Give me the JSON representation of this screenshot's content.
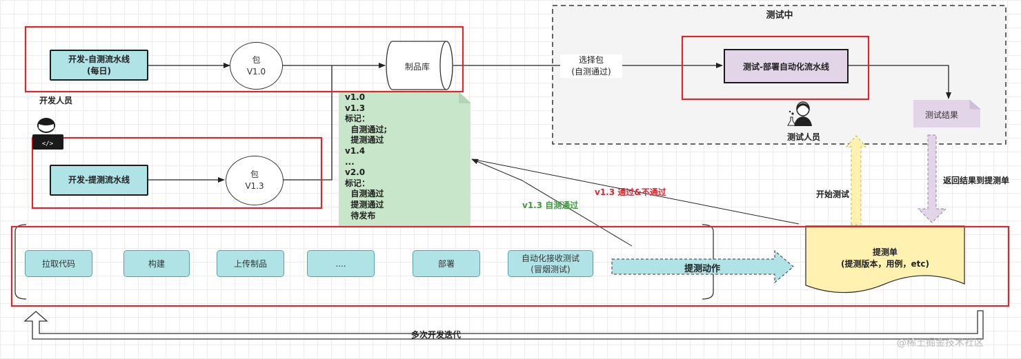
{
  "testing_zone": {
    "title": "测试中"
  },
  "dev_pipeline": {
    "label": "开发-自测流水线\n(每日)"
  },
  "pkg_daily": {
    "label": "包\nV1.0"
  },
  "repository": {
    "label": "制品库"
  },
  "select_pkg": {
    "label": "选择包\n(自测通过)"
  },
  "test_pipeline": {
    "label": "测试-部署自动化流水线"
  },
  "test_result": {
    "label": "测试结果"
  },
  "tester": {
    "label": "测试人员"
  },
  "developer": {
    "label": "开发人员"
  },
  "submit_pipeline": {
    "label": "开发-提测流水线"
  },
  "pkg_submit": {
    "label": "包\nV1.3"
  },
  "version_note": {
    "lines": [
      "v1.0",
      "v1.3",
      "标记：",
      "  自测通过;",
      "  提测通过",
      "v1.4",
      "...",
      "v2.0",
      "标记：",
      "  自测通过",
      "  提测通过",
      "  待发布"
    ]
  },
  "steps": [
    "拉取代码",
    "构建",
    "上传制品",
    "....",
    "部署",
    "自动化接收测试\n(冒烟测试)"
  ],
  "submit_action": {
    "label": "提测动作"
  },
  "ticket": {
    "label": "提测单\n(提测版本，用例，etc)"
  },
  "labels": {
    "self_test_pass": "v1.3 自测通过",
    "pass_fail": "v1.3 通过&不通过",
    "start_test": "开始测试",
    "return_result": "返回结果到提测单",
    "iterations": "多次开发迭代"
  },
  "watermark": "@稀土掘金技术社区",
  "colors": {
    "process_fill": "#b0e3e6",
    "purple_fill": "#e1d5e7",
    "note_fill": "#c8e6c9",
    "ticket_fill": "#fff2b0",
    "highlight_red": "#e0242b",
    "green_text": "#3c9a3c",
    "red_text": "#e0242b"
  }
}
